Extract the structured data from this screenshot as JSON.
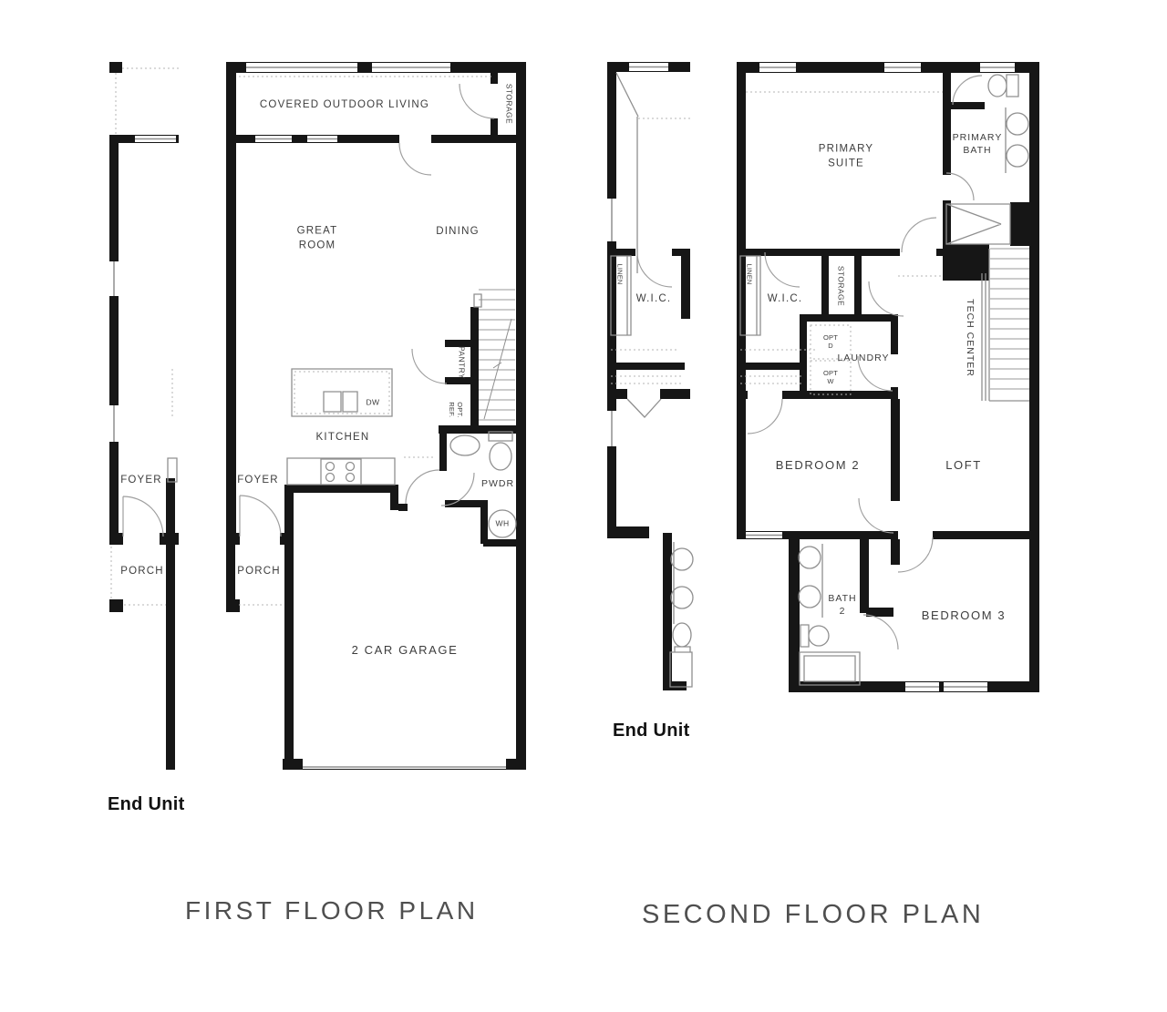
{
  "colors": {
    "wall": "#161616",
    "thin_line": "#8f8f8f",
    "label_text": "#3d3d3d"
  },
  "floor1": {
    "caption": "FIRST FLOOR PLAN",
    "end_unit": "End Unit",
    "labels": {
      "covered_outdoor_living": "COVERED OUTDOOR LIVING",
      "storage": "STORAGE",
      "great_room": "GREAT\nROOM",
      "dining": "DINING",
      "kitchen": "KITCHEN",
      "dw": "DW",
      "pantry": "PANTRY",
      "opt_ref": "OPT.\nREF.",
      "pwdr": "PWDR",
      "wh": "WH",
      "foyer": "FOYER",
      "porch": "PORCH",
      "neighbor_foyer": "FOYER",
      "neighbor_porch": "PORCH",
      "garage": "2 CAR GARAGE"
    }
  },
  "floor2": {
    "caption": "SECOND FLOOR PLAN",
    "end_unit": "End Unit",
    "labels": {
      "primary_suite": "PRIMARY\nSUITE",
      "primary_bath": "PRIMARY\nBATH",
      "neighbor_wic": "W.I.C.",
      "neighbor_linen": "LINEN",
      "wic": "W.I.C.",
      "linen": "LINEN",
      "storage": "STORAGE",
      "laundry": "LAUNDRY",
      "opt_d": "OPT\nD",
      "opt_w": "OPT\nW",
      "tech_center": "TECH CENTER",
      "bedroom2": "BEDROOM 2",
      "loft": "LOFT",
      "bath2": "BATH\n2",
      "bedroom3": "BEDROOM 3"
    }
  }
}
